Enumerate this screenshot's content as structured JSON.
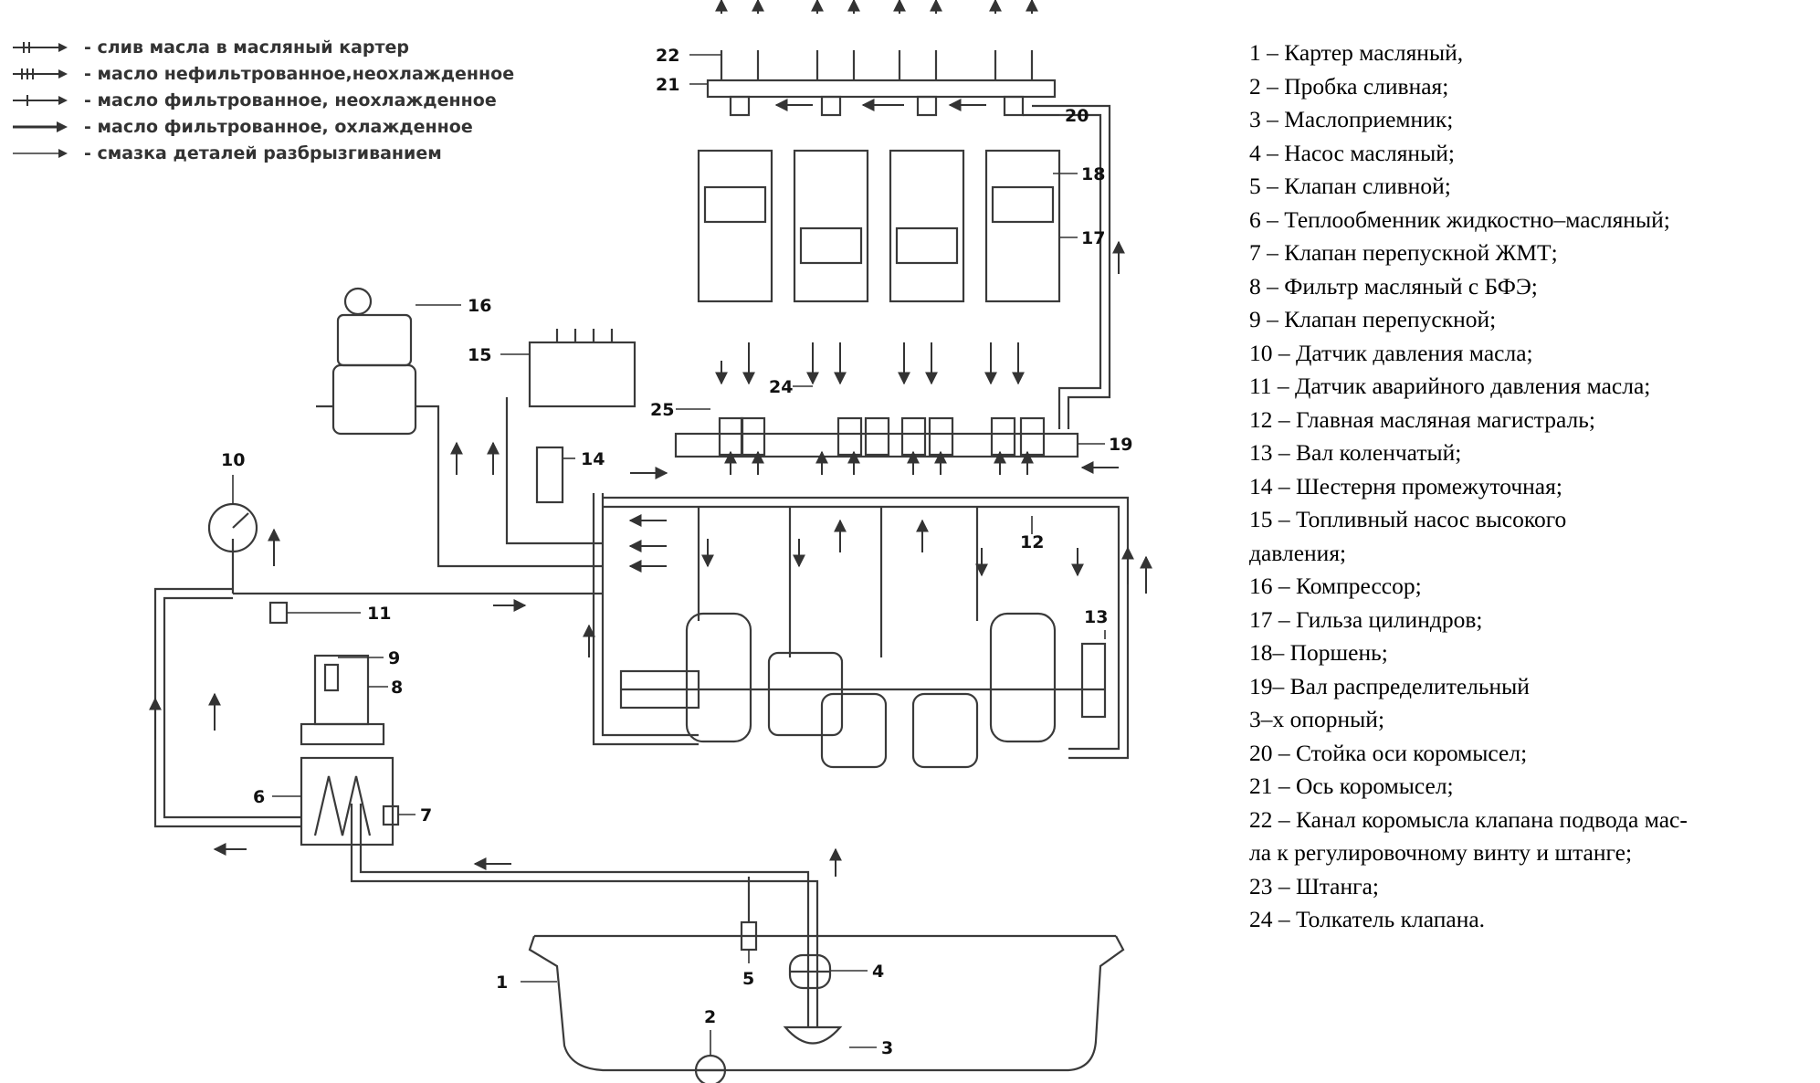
{
  "legend": [
    {
      "marker": "drain-arrow",
      "text": "- слив масла в масляный картер"
    },
    {
      "marker": "unfiltered-arrow",
      "text": "- масло нефильтрованное,неохлажденное"
    },
    {
      "marker": "filtered-uncooled-arrow",
      "text": "- масло фильтрованное, неохлажденное"
    },
    {
      "marker": "filtered-cooled-arrow",
      "text": "- масло фильтрованное, охлажденное"
    },
    {
      "marker": "splash-arrow",
      "text": "- смазка деталей разбрызгиванием"
    }
  ],
  "callouts": [
    "1",
    "2",
    "3",
    "4",
    "5",
    "6",
    "7",
    "8",
    "9",
    "10",
    "11",
    "12",
    "13",
    "14",
    "15",
    "16",
    "17",
    "18",
    "19",
    "20",
    "21",
    "22",
    "24",
    "25"
  ],
  "captions": [
    "1 – Картер масляный,",
    "2 – Пробка сливная;",
    "3 – Маслоприемник;",
    "4 – Насос масляный;",
    "5 – Клапан сливной;",
    "6 – Теплообменник жидкостно–масляный;",
    "7 – Клапан перепускной ЖМТ;",
    "8 – Фильтр масляный с БФЭ;",
    "9 – Клапан перепускной;",
    "10 – Датчик давления масла;",
    "11 – Датчик аварийного давления масла;",
    "12 – Главная масляная магистраль;",
    "13 – Вал коленчатый;",
    "14 – Шестерня промежуточная;",
    "15 – Топливный насос высокого",
    "давления;",
    "16 – Компрессор;",
    "17 – Гильза цилиндров;",
    "18– Поршень;",
    "19– Вал распределительный",
    "3–х опорный;",
    "20 – Стойка оси коромысел;",
    "21 – Ось коромысел;",
    "22 – Канал коромысла клапана подвода мас-",
    "ла к регулировочному винту и штанге;",
    "23 – Штанга;",
    "24 – Толкатель клапана."
  ],
  "colors": {
    "line": "#3a3a3a",
    "text": "#000000",
    "legend_text": "#333333"
  }
}
